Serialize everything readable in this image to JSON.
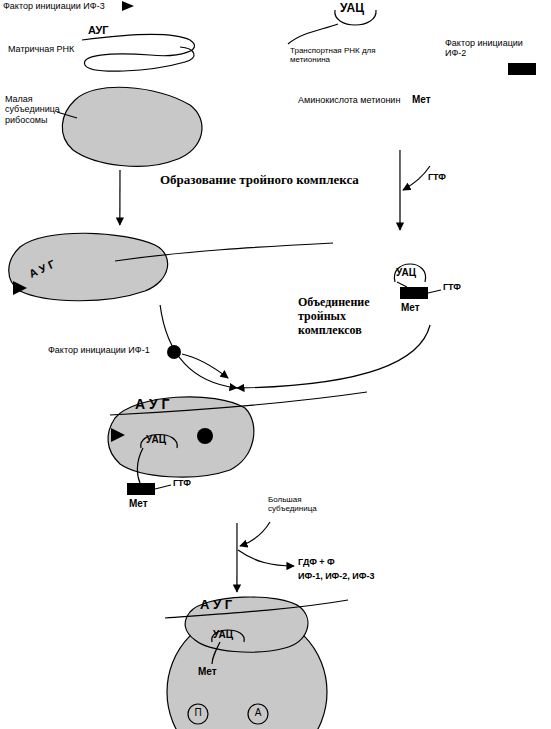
{
  "diagram": {
    "nodes": [
      {
        "text": [
          "Малая субъединица рибосомы"
        ]
      },
      {
        "text": [
          "УАЦ",
          "Транспортная РНК для метионина"
        ]
      },
      {
        "text": [
          "А У Г"
        ]
      },
      {
        "text": [
          "УАЦ",
          "ГТФ",
          "Мет"
        ]
      },
      {
        "text": [
          "А У Г",
          "УАЦ",
          "ГТФ",
          "Мет"
        ]
      },
      {
        "text": [
          "А У Г",
          "УАЦ",
          "Мет",
          "П",
          "А"
        ]
      }
    ],
    "edges": [
      {
        "from": 0,
        "to": 2,
        "arrow": "to"
      },
      {
        "from": 1,
        "to": 3,
        "arrow": "to"
      },
      {
        "from": 2,
        "to": 4,
        "arrow": "to"
      },
      {
        "from": 3,
        "to": 4,
        "arrow": "to"
      },
      {
        "from": 4,
        "to": 5,
        "arrow": "to"
      }
    ],
    "labels": [
      "Фактор инициации ИФ-3",
      "Матричная РНК",
      "АУГ",
      "Фактор инициации ИФ-2",
      "Аминокислота метионин",
      "Мет",
      "ГТФ",
      "Образование тройного комплекса",
      "Фактор инициации ИФ-1",
      "Объединение тройных комплексов",
      "Большая субъединица",
      "ГДФ + Ф",
      "ИФ-1, ИФ-2, ИФ-3"
    ]
  }
}
